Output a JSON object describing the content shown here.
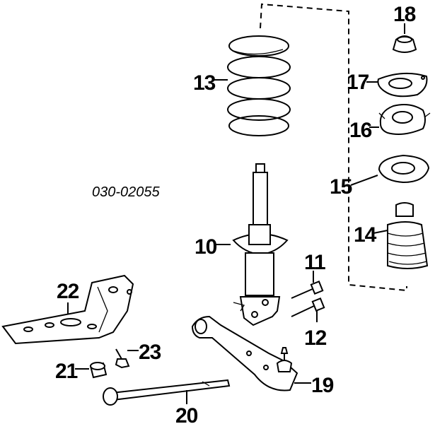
{
  "diagram": {
    "part_code": "030-02055",
    "callouts": {
      "c10": "10",
      "c11": "11",
      "c12": "12",
      "c13": "13",
      "c14": "14",
      "c15": "15",
      "c16": "16",
      "c17": "17",
      "c18": "18",
      "c19": "19",
      "c20": "20",
      "c21": "21",
      "c22": "22",
      "c23": "23"
    },
    "parts": {
      "c10": "strut-assembly",
      "c11": "bolt",
      "c12": "bolt",
      "c13": "coil-spring",
      "c14": "bump-stop-boot",
      "c15": "spring-seat",
      "c16": "strut-mount",
      "c17": "bearing-plate",
      "c18": "dust-cap",
      "c19": "lower-control-arm",
      "c20": "stabilizer-link-rod",
      "c21": "bushing",
      "c22": "crossmember-bracket",
      "c23": "bolt"
    }
  }
}
